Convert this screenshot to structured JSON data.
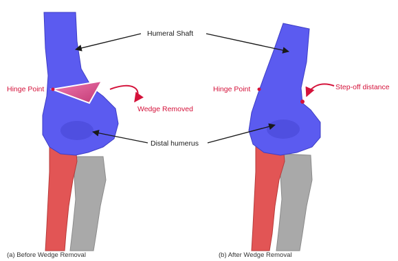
{
  "labels": {
    "humeral_shaft": "Humeral Shaft",
    "hinge_point_left": "Hinge Point",
    "hinge_point_right": "Hinge Point",
    "wedge_removed": "Wedge Removed",
    "step_off_distance": "Step-off distance",
    "distal_humerus": "Distal humerus"
  },
  "captions": {
    "left": "(a) Before Wedge Removal",
    "right": "(b) After Wedge Removal"
  },
  "colors": {
    "humerus": "#5b5bf0",
    "radius": "#e25555",
    "ulna": "#a9a9a9",
    "wedge": "#d9568a",
    "annotation_red": "#d4123a",
    "annotation_black": "#1a1a1a"
  }
}
